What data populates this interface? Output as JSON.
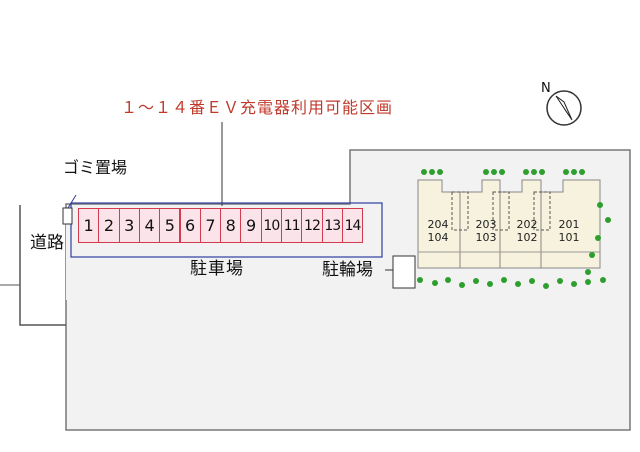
{
  "map": {
    "ev_label": "１～１４番ＥＶ充電器利用可能区画",
    "garbage_label": "ゴミ置場",
    "road_label": "道路",
    "parking_label": "駐車場",
    "bicycle_label": "駐輪場",
    "compass_label": "N",
    "parking_spaces": [
      "1",
      "2",
      "3",
      "4",
      "5",
      "6",
      "7",
      "8",
      "9",
      "10",
      "11",
      "12",
      "13",
      "14"
    ],
    "units": [
      {
        "upper": "204",
        "lower": "104"
      },
      {
        "upper": "203",
        "lower": "103"
      },
      {
        "upper": "202",
        "lower": "102"
      },
      {
        "upper": "201",
        "lower": "101"
      }
    ],
    "colors": {
      "site": "#f2f2f2",
      "site_border": "#777777",
      "parking_fill": "#fbe3ea",
      "parking_border": "#d23c4e",
      "ev_zone_border": "#2f3f9e",
      "ev_text": "#c0392b",
      "building": "#f6f2dd",
      "tree": "#2e9e2e"
    },
    "icons": [
      "compass-icon",
      "tree-icon"
    ]
  }
}
